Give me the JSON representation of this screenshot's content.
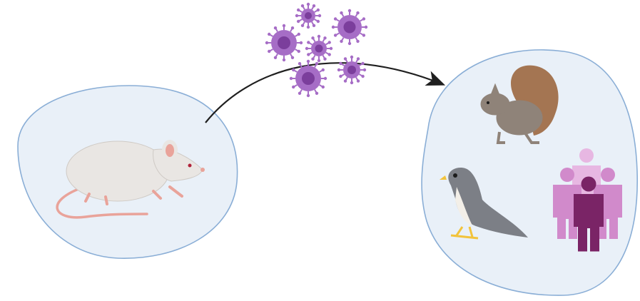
{
  "diagram": {
    "source_host": {
      "species": "rat",
      "icon": "rat-icon"
    },
    "transmission": {
      "agent": "virus",
      "icon": "virus-icon",
      "particle_count": 6,
      "arrow_direction": "left-to-right"
    },
    "target_hosts": [
      {
        "species": "squirrel",
        "icon": "squirrel-icon"
      },
      {
        "species": "falcon",
        "icon": "falcon-icon"
      },
      {
        "species": "human",
        "icon": "people-group-icon"
      }
    ]
  },
  "colors": {
    "blob_fill": "#e9f0f8",
    "blob_stroke": "#8aaed6",
    "virus_fill": "#a66dc6",
    "virus_dark": "#7b3e9c",
    "arrow": "#1f1f1f",
    "people_light": "#e7b7e2",
    "people_mid": "#d18acb",
    "people_dark": "#7a2466",
    "rat_body": "#e9e6e3",
    "rat_pink": "#e9a39a",
    "squirrel": "#8f8379",
    "squirrel_tail": "#a47552",
    "falcon": "#7c7f86"
  }
}
